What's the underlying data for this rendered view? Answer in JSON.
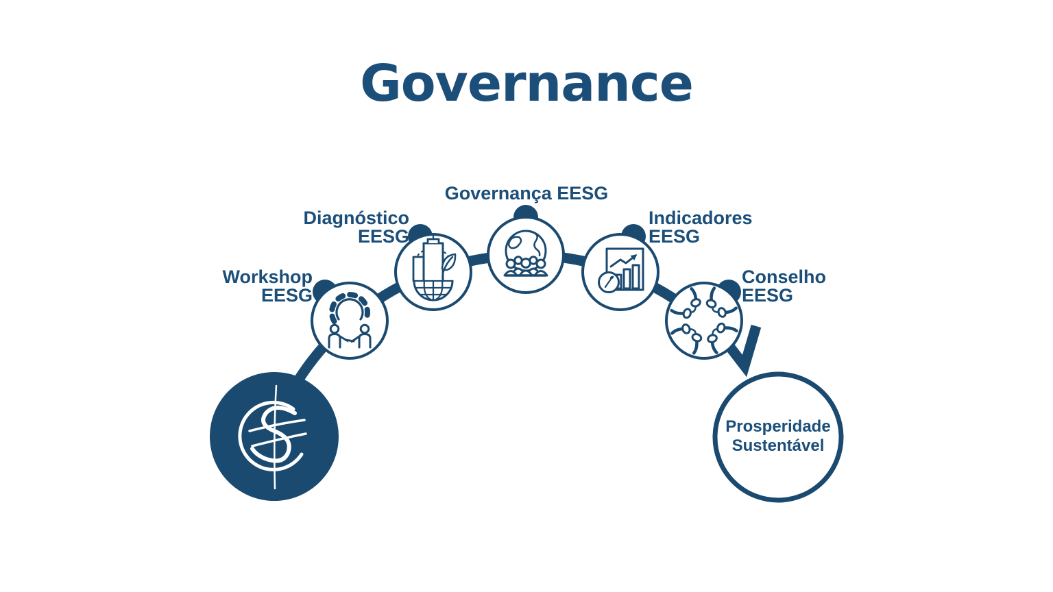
{
  "title": "Governance",
  "colors": {
    "brand_text": "#1B4E79",
    "brand_shape": "#1B4A70",
    "background": "#FFFFFF"
  },
  "diagram": {
    "steps": [
      {
        "id": "workshop",
        "label_line1": "Workshop",
        "label_line2": "EESG",
        "icon": "gear-handshake-icon"
      },
      {
        "id": "diagnostico",
        "label_line1": "Diagnóstico",
        "label_line2": "EESG",
        "icon": "sustainable-city-globe-icon"
      },
      {
        "id": "governanca",
        "label_line1": "Governança EESG",
        "label_line2": "",
        "icon": "globe-people-icon"
      },
      {
        "id": "indicadores",
        "label_line1": "Indicadores",
        "label_line2": "EESG",
        "icon": "bar-chart-growth-icon"
      },
      {
        "id": "conselho",
        "label_line1": "Conselho",
        "label_line2": "EESG",
        "icon": "hands-together-icon"
      }
    ],
    "start_node": {
      "id": "logo",
      "icon": "company-monogram-logo"
    },
    "end_node": {
      "label_line1": "Prosperidade",
      "label_line2": "Sustentável"
    }
  }
}
